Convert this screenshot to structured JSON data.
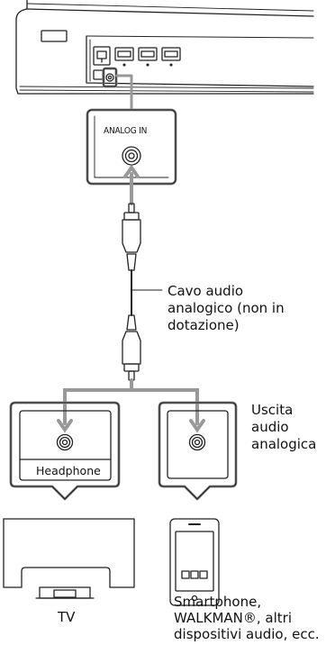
{
  "labels": {
    "analog_in": "ANALOG IN",
    "cable": "Cavo audio\nanalogico (non in\ndotazione)",
    "output": "Uscita\naudio\nanalogica",
    "headphone": "Headphone",
    "tv": "TV",
    "devices": "Smartphone,\nWALKMAN®, altri\ndispositivi audio, ecc."
  },
  "colors": {
    "line": "#222222",
    "gray_cable": "#999999",
    "panel_fill": "#f4f4f4"
  }
}
